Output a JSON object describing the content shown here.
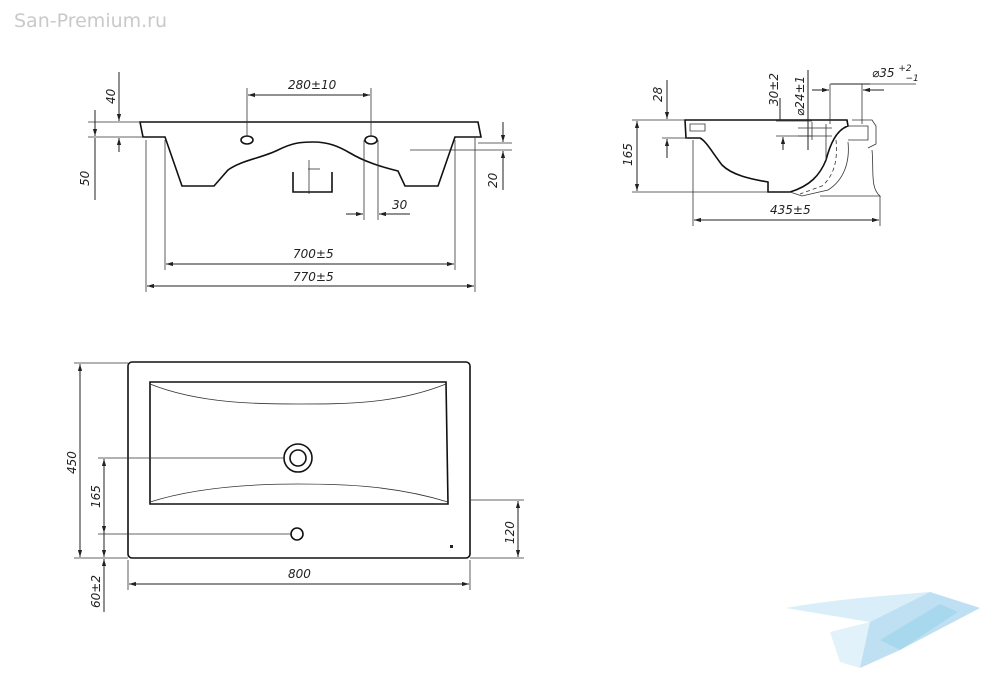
{
  "watermark": "San-Premium.ru",
  "front_view": {
    "dims": {
      "tap_spacing": "280±10",
      "rim_height": "40",
      "left_height": "50",
      "right_height": "20",
      "hole_offset": "30",
      "inner_width": "700±5",
      "outer_width": "770±5"
    }
  },
  "side_view": {
    "dims": {
      "rim": "28",
      "height": "165",
      "depth": "435±5",
      "overflow": "30±2",
      "drain_dia": "⌀24±1",
      "drain_outer_main": "⌀35",
      "drain_outer_tol_upper": "+2",
      "drain_outer_tol_lower": "−1"
    }
  },
  "top_view": {
    "dims": {
      "depth": "450",
      "drain_position": "165",
      "tap_position": "120",
      "width": "800",
      "overhang": "60±2"
    }
  },
  "logo": {
    "name": "bird-logo",
    "color": "#a9d6ee"
  }
}
